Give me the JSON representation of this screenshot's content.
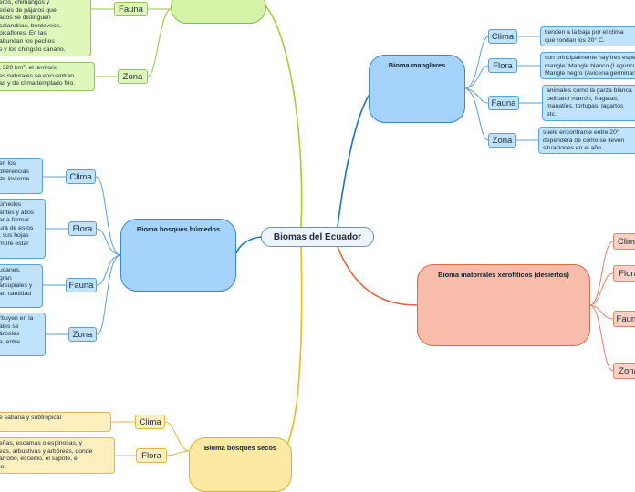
{
  "center": {
    "label": "Biomas del Ecuador"
  },
  "biomes": {
    "manglares": {
      "title": "Bioma manglares",
      "clima_label": "Clima",
      "clima_text": "tienden a la baja por el clima\nque rondan los 20° C.",
      "flora_label": "Flora",
      "flora_text": "son principalmente hay tres especies\nmangle: Mangle blanco (Laguncularia\nMangle negro (Avicena germinans)",
      "fauna_label": "Fauna",
      "fauna_text": "animales como la garza blanca\npelicano marrón, fragatas,\nmanatíes, tortugas, lagartos\netc.",
      "zona_label": "Zona",
      "zona_text": "suele encontrarse entre 20°\ndependerá de cómo se lleven\nsituaciones en el año."
    },
    "humedos": {
      "title": "Bioma bosques húmedos",
      "clima_label": "Clima",
      "clima_text": "en los\ndiferencias\nde invierno",
      "flora_label": "Flora",
      "flora_text": "úmedos\nantes y altos\nar a formar\nura de estos\n, sus hojas\nmpre estar",
      "fauna_label": "Fauna",
      "fauna_text": "ucanes,\ngran\narsupiales y\nan cantidad",
      "zona_label": "Zona",
      "zona_text": "rbuyen en la\nales se\nárboles\na, entre"
    },
    "matorrales": {
      "title": "Bioma matorrales xerofíticos (desiertos)",
      "clima_label": "Clima",
      "flora_label": "Flora",
      "fauna_label": "Fauna",
      "zona_label": "Zona"
    },
    "secos": {
      "title": "Bioma bosques secos",
      "clima_label": "Clima",
      "clima_text": "e sabana y subtropical",
      "flora_label": "Flora",
      "flora_text": "eñas, escamas o espinosas, y\neas, arbustivas y arbóreas, donde\narrobo, el ceibo, el sapote, el\nlo."
    },
    "top": {
      "fauna_label": "Fauna",
      "fauna_text": "eros, chimangos y\necies de pájaros que\nados se distinguen\ncalandrias, benteveos,\npicaflores. En las\nabundan los pechos\ns y los chingolo canario.",
      "zona_label": "Zona",
      "zona_text": ", 320 km²) el territorio\nes naturales se encuentran\nas y de clima templado frío."
    }
  },
  "colors": {
    "blue_branch": "#1f6fc1",
    "orange_branch": "#e0603c",
    "yellow_branch": "#efb81e",
    "green_branch": "#9fcf3a"
  }
}
